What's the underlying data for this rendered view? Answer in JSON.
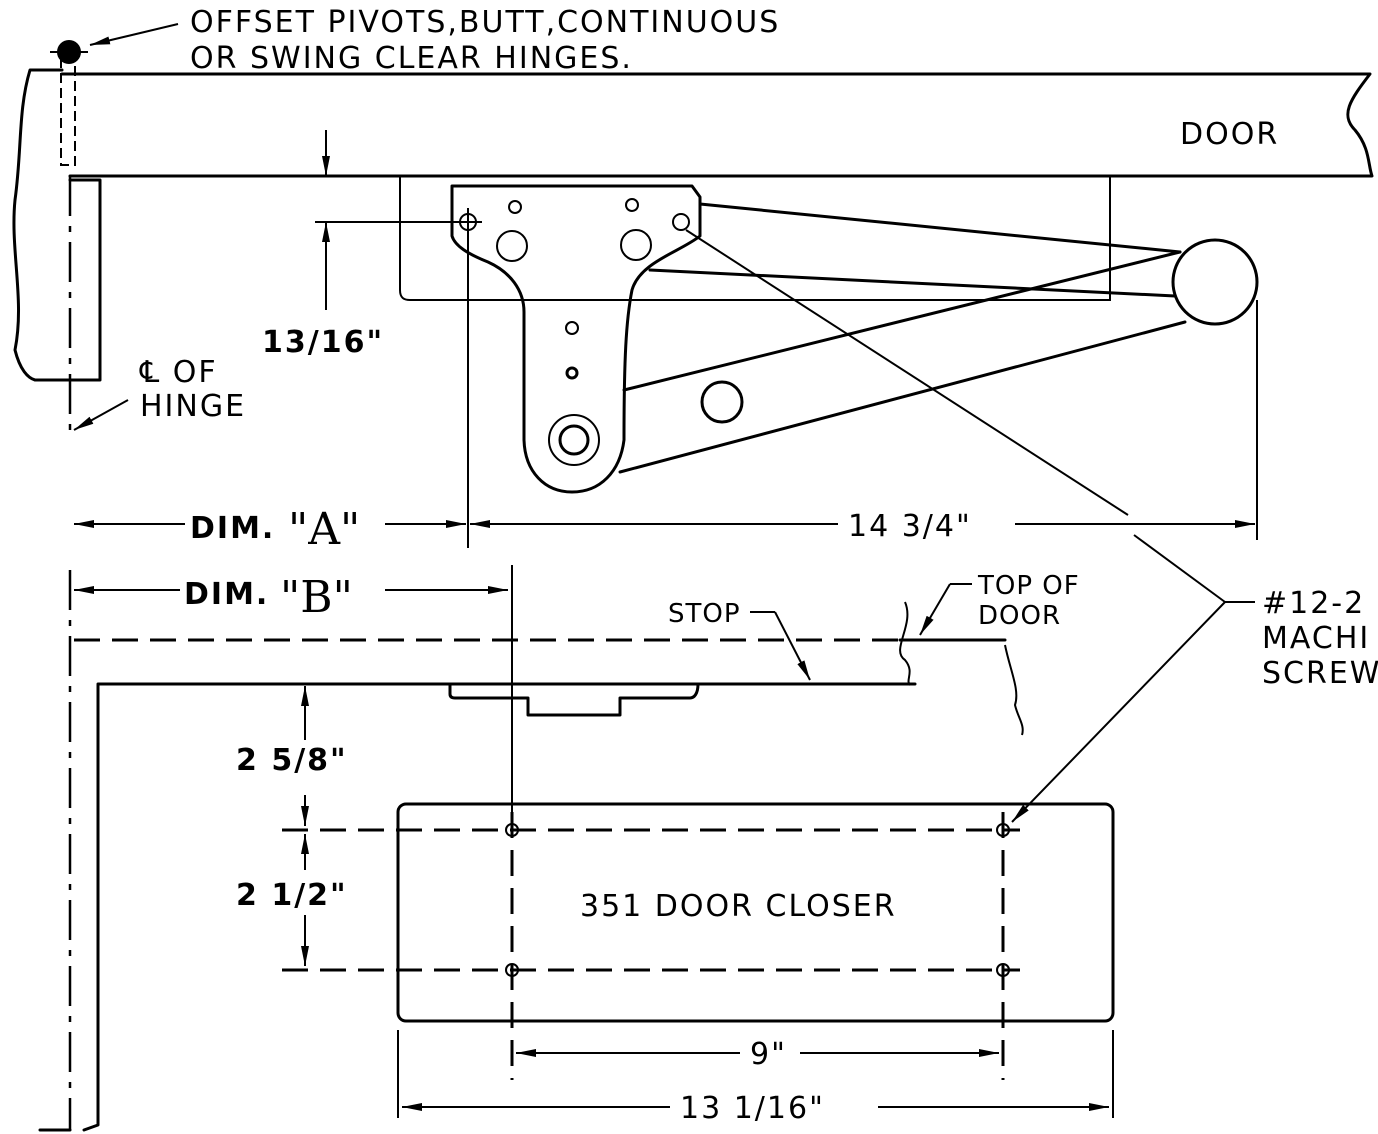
{
  "notes": {
    "pivots_line1": "OFFSET PIVOTS,BUTT,CONTINUOUS",
    "pivots_line2": "OR SWING CLEAR HINGES.",
    "door": "DOOR",
    "hinge_cl_line1": "℄ OF",
    "hinge_cl_line2": "HINGE",
    "stop": "STOP",
    "top_of_door_line1": "TOP OF",
    "top_of_door_line2": "DOOR",
    "screw_line1": "#12-2",
    "screw_line2": "MACHI",
    "screw_line3": "SCREW",
    "closer_label": "351 DOOR CLOSER"
  },
  "dimensions": {
    "d_13_16": "13/16\"",
    "dim_a_prefix": "DIM.",
    "dim_a_letter": "\"A\"",
    "dim_b_prefix": "DIM.",
    "dim_b_letter": "\"B\"",
    "d_14_3_4": "14 3/4\"",
    "d_2_5_8": "2 5/8\"",
    "d_2_1_2": "2 1/2\"",
    "d_9": "9\"",
    "d_13_1_16": "13 1/16\""
  }
}
